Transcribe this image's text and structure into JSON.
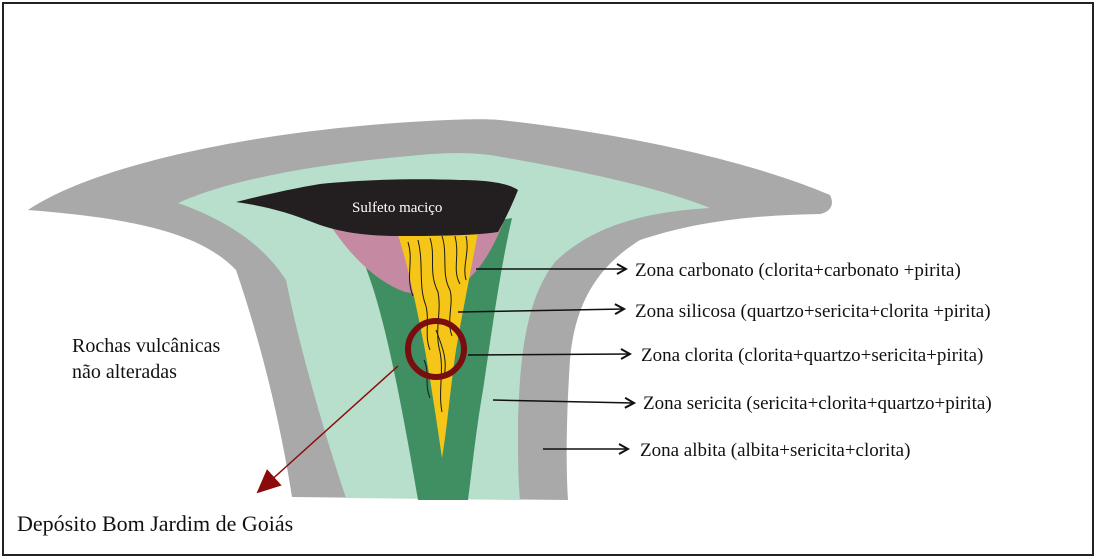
{
  "colors": {
    "outer_rock": "#a9a9a9",
    "albite_zone": "#b7dfcc",
    "sericite_zone": "#3f8f63",
    "carbonate_zone": "#c58aa2",
    "silica_zone": "#f5c517",
    "massive_sulfide": "#231f20",
    "circle": "#7a0e0e",
    "pointer_arrow": "#8b0a0a"
  },
  "core_label": "Sulfeto maciço",
  "rock_label_lines": [
    "Rochas vulcânicas",
    "não alteradas"
  ],
  "deposit_label": "Depósito Bom Jardim de Goiás",
  "zones": [
    "Zona carbonato (clorita+carbonato +pirita)",
    "Zona silicosa (quartzo+sericita+clorita +pirita)",
    "Zona clorita (clorita+quartzo+sericita+pirita)",
    "Zona sericita (sericita+clorita+quartzo+pirita)",
    "Zona albita (albita+sericita+clorita)"
  ]
}
